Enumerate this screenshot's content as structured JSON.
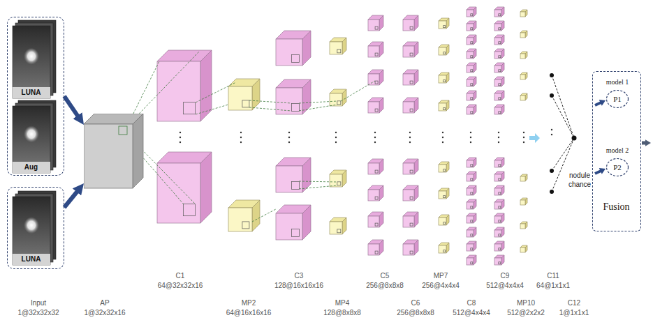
{
  "diagram": {
    "nodes": [
      {
        "text": [
          "LUNA",
          "Aug"
        ]
      },
      {
        "text": [
          "LUNA"
        ]
      },
      {
        "text": [
          "AP",
          "1@32x32x16"
        ]
      },
      {
        "text": [
          "Fusion"
        ]
      },
      {
        "text": [
          "model 1",
          "P1"
        ],
        "in": 3
      },
      {
        "text": [
          "model 2",
          "P2"
        ],
        "in": 3
      }
    ],
    "edges": [
      {
        "from": 0,
        "to": 2,
        "arrow": "to"
      },
      {
        "from": 1,
        "to": 2,
        "arrow": "to"
      }
    ],
    "labels": [
      "Input",
      "1@32x32x32",
      "C1",
      "64@32x32x16",
      "MP2",
      "64@16x16x16",
      "C3",
      "128@16x16x16",
      "MP4",
      "128@8x8x8",
      "C5",
      "256@8x8x8",
      "C6",
      "256@8x8x8",
      "MP7",
      "256@4x4x4",
      "C8",
      "512@4x4x4",
      "C9",
      "512@4x4x4",
      "MP10",
      "512@2x2x2",
      "C11",
      "64@1x1x1",
      "C12",
      "1@1x1x1",
      "nodule chance"
    ]
  }
}
